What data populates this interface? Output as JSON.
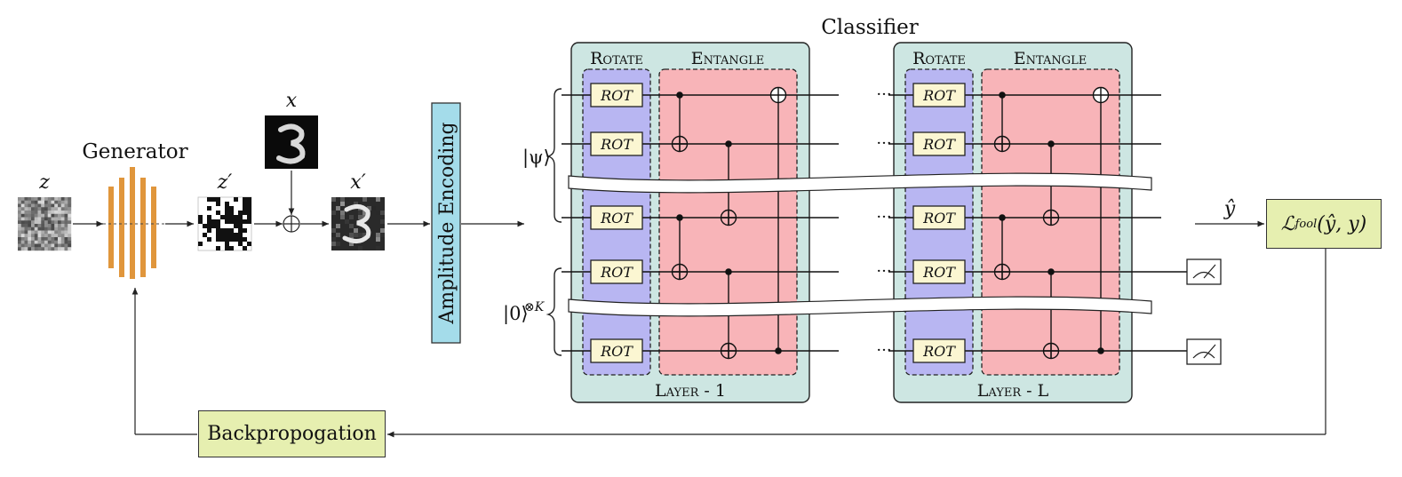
{
  "colors": {
    "layer_bg": "#cde6e2",
    "rotate_bg": "#b8b6f2",
    "entangle_bg": "#f8b4b8",
    "rot_gate_bg": "#fbf6d2",
    "amp_enc_bg": "#a4dcea",
    "green_box_bg": "#e6efb0",
    "generator_bar": "#e0963c"
  },
  "labels": {
    "z": "z",
    "generator": "Generator",
    "z_prime": "z′",
    "x": "x",
    "x_prime": "x′",
    "amplitude_encoding": "Amplitude Encoding",
    "classifier": "Classifier",
    "psi_ket": "|ψ⟩",
    "zero_ket": "|0⟩",
    "zero_exp": "⊗K",
    "y_hat": "ŷ",
    "loss": "ℒ",
    "loss_sub": "fool",
    "loss_args": "(ŷ, y)",
    "backprop": "Backpropogation",
    "ellipsis": "···"
  },
  "layers": [
    {
      "rotate": "Rotate",
      "entangle": "Entangle",
      "caption": "Layer - 1"
    },
    {
      "rotate": "Rotate",
      "entangle": "Entangle",
      "caption": "Layer - L"
    }
  ],
  "rot_label": "ROT",
  "icons": [
    "meter-icon",
    "xor-plus-icon",
    "cnot-target-icon",
    "brace-icon",
    "noise-image",
    "digit-three-image"
  ]
}
